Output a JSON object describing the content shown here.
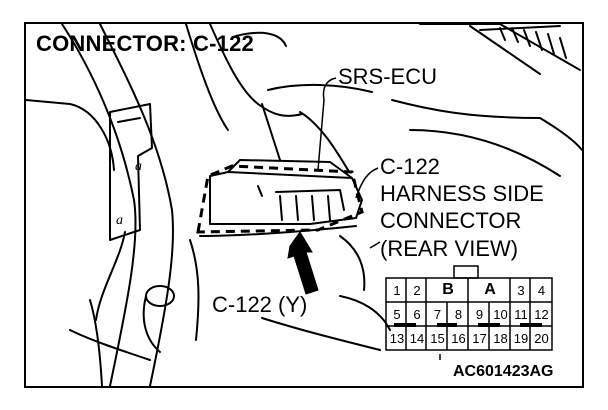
{
  "title": "CONNECTOR: C-122",
  "labels": {
    "ecu": "SRS-ECU",
    "harness_side": [
      "C-122",
      "HARNESS SIDE",
      "CONNECTOR",
      "(REAR VIEW)"
    ],
    "connector_color": "C-122 (Y)"
  },
  "figure_code": "AC601423AG",
  "connector_pins": {
    "row1": [
      "1",
      "2",
      "B",
      "A",
      "3",
      "4"
    ],
    "row2": [
      "5",
      "6",
      "7",
      "8",
      "9",
      "10",
      "11",
      "12"
    ],
    "row3": [
      "13",
      "14",
      "15",
      "16",
      "17",
      "18",
      "19",
      "20"
    ]
  }
}
